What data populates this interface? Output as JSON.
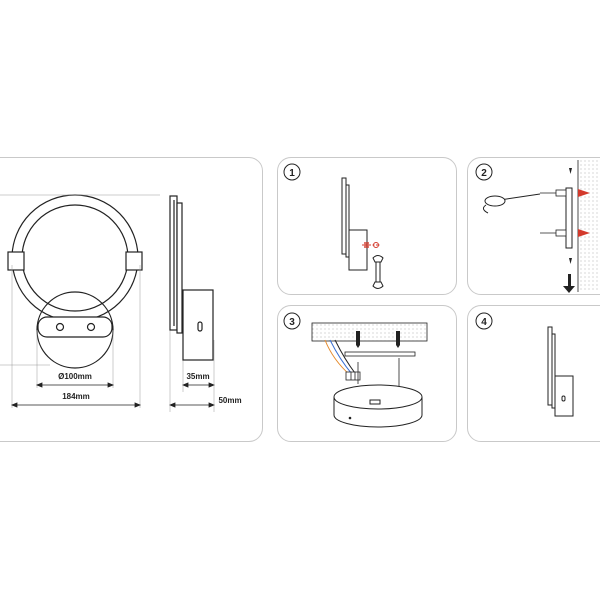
{
  "dimensions": {
    "diameter": "Ø100mm",
    "width": "184mm",
    "depth_base": "35mm",
    "depth_total": "50mm"
  },
  "steps": [
    "1",
    "2",
    "3",
    "4"
  ],
  "colors": {
    "line": "#222222",
    "border": "#c9c9c9",
    "accent_red": "#d33a2c",
    "wire_orange": "#e58a2a",
    "wire_blue": "#3a6fd1",
    "ceiling_fill": "#e9e9e9"
  }
}
